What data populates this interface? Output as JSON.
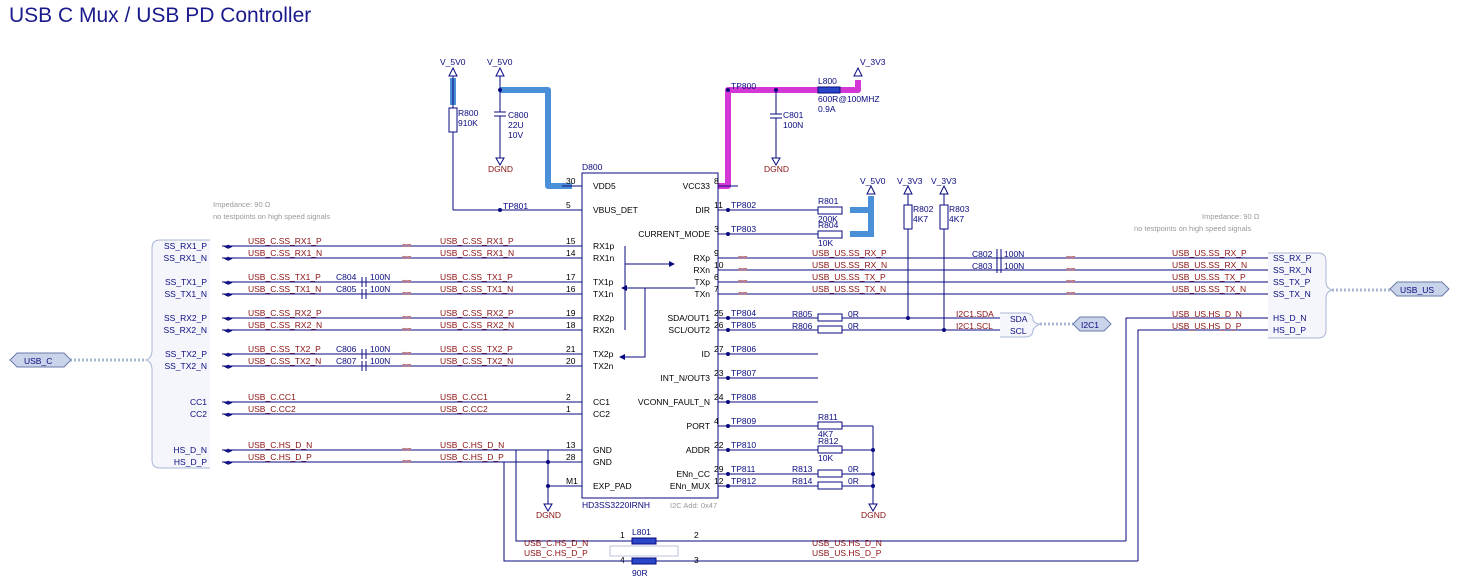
{
  "title": "USB C Mux / USB PD Controller",
  "ic": {
    "ref": "D800",
    "part": "HD3SS3220IRNH",
    "i2c_note": "I2C Add: 0x47",
    "left_pins": [
      {
        "num": "30",
        "name": "VDD5"
      },
      {
        "num": "5",
        "name": "VBUS_DET"
      },
      {
        "num": "15",
        "name": "RX1p"
      },
      {
        "num": "14",
        "name": "RX1n"
      },
      {
        "num": "17",
        "name": "TX1p"
      },
      {
        "num": "16",
        "name": "TX1n"
      },
      {
        "num": "19",
        "name": "RX2p"
      },
      {
        "num": "18",
        "name": "RX2n"
      },
      {
        "num": "21",
        "name": "TX2p"
      },
      {
        "num": "20",
        "name": "TX2n"
      },
      {
        "num": "2",
        "name": "CC1"
      },
      {
        "num": "1",
        "name": "CC2"
      },
      {
        "num": "13",
        "name": "GND"
      },
      {
        "num": "28",
        "name": "GND"
      },
      {
        "num": "M1",
        "name": "EXP_PAD"
      }
    ],
    "right_pins": [
      {
        "num": "8",
        "name": "VCC33"
      },
      {
        "num": "11",
        "name": "DIR"
      },
      {
        "num": "3",
        "name": "CURRENT_MODE"
      },
      {
        "num": "9",
        "name": "RXp"
      },
      {
        "num": "10",
        "name": "RXn"
      },
      {
        "num": "6",
        "name": "TXp"
      },
      {
        "num": "7",
        "name": "TXn"
      },
      {
        "num": "25",
        "name": "SDA/OUT1"
      },
      {
        "num": "26",
        "name": "SCL/OUT2"
      },
      {
        "num": "27",
        "name": "ID"
      },
      {
        "num": "23",
        "name": "INT_N/OUT3"
      },
      {
        "num": "24",
        "name": "VCONN_FAULT_N"
      },
      {
        "num": "4",
        "name": "PORT"
      },
      {
        "num": "22",
        "name": "ADDR"
      },
      {
        "num": "29",
        "name": "ENn_CC"
      },
      {
        "num": "12",
        "name": "ENn_MUX"
      }
    ]
  },
  "power": {
    "v5v0": "V_5V0",
    "v3v3": "V_3V3",
    "dgnd": "DGND"
  },
  "components": {
    "r800": {
      "ref": "R800",
      "value": "910K"
    },
    "c800": {
      "ref": "C800",
      "value": "22U",
      "voltage": "10V"
    },
    "l800": {
      "ref": "L800",
      "value": "600R@100MHZ",
      "current": "0.9A"
    },
    "c801": {
      "ref": "C801",
      "value": "100N"
    },
    "r801": {
      "ref": "R801",
      "value": "200K"
    },
    "r804": {
      "ref": "R804",
      "value": "10K"
    },
    "r802": {
      "ref": "R802",
      "value": "4K7"
    },
    "r803": {
      "ref": "R803",
      "value": "4K7"
    },
    "c802": {
      "ref": "C802",
      "value": "100N"
    },
    "c803": {
      "ref": "C803",
      "value": "100N"
    },
    "c804": {
      "ref": "C804",
      "value": "100N"
    },
    "c805": {
      "ref": "C805",
      "value": "100N"
    },
    "c806": {
      "ref": "C806",
      "value": "100N"
    },
    "c807": {
      "ref": "C807",
      "value": "100N"
    },
    "r805": {
      "ref": "R805",
      "value": "0R"
    },
    "r806": {
      "ref": "R806",
      "value": "0R"
    },
    "r811": {
      "ref": "R811",
      "value": "4K7"
    },
    "r812": {
      "ref": "R812",
      "value": "10K"
    },
    "r813": {
      "ref": "R813",
      "value": "0R"
    },
    "r814": {
      "ref": "R814",
      "value": "0R"
    },
    "l801": {
      "ref": "L801",
      "value": "90R",
      "pins": [
        "1",
        "2",
        "4",
        "3"
      ]
    }
  },
  "testpoints": [
    "TP800",
    "TP801",
    "TP802",
    "TP803",
    "TP804",
    "TP805",
    "TP806",
    "TP807",
    "TP808",
    "TP809",
    "TP810",
    "TP811",
    "TP812"
  ],
  "notes": {
    "impedance": "Impedance: 90 Ω",
    "no_testpoints": "no testpoints on high speed signals"
  },
  "ports": {
    "usb_c": "USB_C",
    "usb_us": "USB_US",
    "i2c1": "I2C1",
    "usb_c_signals": [
      "SS_RX1_P",
      "SS_RX1_N",
      "SS_TX1_P",
      "SS_TX1_N",
      "SS_RX2_P",
      "SS_RX2_N",
      "SS_TX2_P",
      "SS_TX2_N",
      "CC1",
      "CC2",
      "HS_D_N",
      "HS_D_P"
    ],
    "usb_us_signals": [
      "SS_RX_P",
      "SS_RX_N",
      "SS_TX_P",
      "SS_TX_N",
      "HS_D_N",
      "HS_D_P"
    ],
    "i2c_signals": [
      "SDA",
      "SCL"
    ]
  },
  "nets": {
    "left": [
      "USB_C.SS_RX1_P",
      "USB_C.SS_RX1_N",
      "USB_C.SS_TX1_P",
      "USB_C.SS_TX1_N",
      "USB_C.SS_RX2_P",
      "USB_C.SS_RX2_N",
      "USB_C.SS_TX2_P",
      "USB_C.SS_TX2_N",
      "USB_C.CC1",
      "USB_C.CC2",
      "USB_C.HS_D_N",
      "USB_C.HS_D_P"
    ],
    "right": [
      "USB_US.SS_RX_P",
      "USB_US.SS_RX_N",
      "USB_US.SS_TX_P",
      "USB_US.SS_TX_N"
    ],
    "i2c": [
      "I2C1.SDA",
      "I2C1.SCL"
    ],
    "hs_right": [
      "USB_US.HS_D_N",
      "USB_US.HS_D_P"
    ]
  }
}
